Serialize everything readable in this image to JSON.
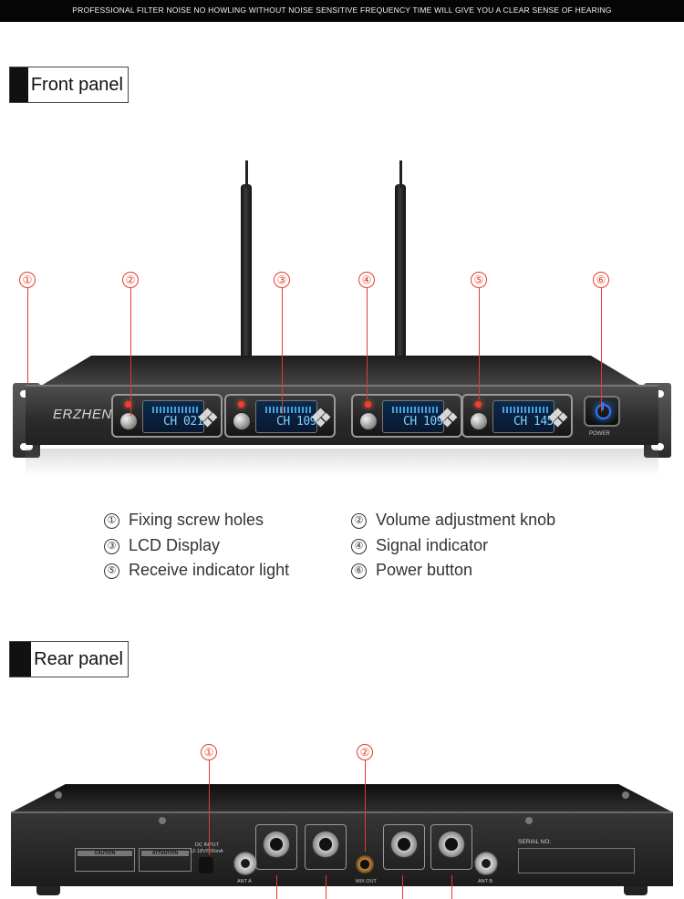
{
  "banner": {
    "text": "PROFESSIONAL FILTER NOISE NO HOWLING WITHOUT NOISE SENSITIVE FREQUENCY TIME WILL GIVE YOU A CLEAR SENSE OF HEARING"
  },
  "front_panel": {
    "title": "Front panel",
    "brand": "ERZHEN",
    "power_label": "POWER",
    "channels": [
      {
        "display": "CH 021"
      },
      {
        "display": "CH 109"
      },
      {
        "display": "CH 109"
      },
      {
        "display": "CH 145"
      }
    ],
    "callouts": [
      "①",
      "②",
      "③",
      "④",
      "⑤",
      "⑥"
    ],
    "legend": [
      {
        "num": "①",
        "label": "Fixing screw holes"
      },
      {
        "num": "②",
        "label": "Volume adjustment knob"
      },
      {
        "num": "③",
        "label": "LCD Display"
      },
      {
        "num": "④",
        "label": "Signal indicator"
      },
      {
        "num": "⑤",
        "label": "Receive indicator light"
      },
      {
        "num": "⑥",
        "label": "Power button"
      }
    ]
  },
  "rear_panel": {
    "title": "Rear panel",
    "callouts": [
      "①",
      "②"
    ],
    "caution_label": "CAUTION",
    "attention_label": "ATTENTION",
    "dc_input_label": "DC INPUT",
    "dc_input_spec": "12-18V/500mA",
    "ant_a_label": "ANT A",
    "ant_b_label": "ANT B",
    "mix_out_label": "MIX OUT",
    "serial_label": "SERIAL NO:"
  },
  "colors": {
    "accent_red": "#e53a2a",
    "power_blue": "#2d7bff",
    "lcd_blue": "#7fd0ff"
  }
}
